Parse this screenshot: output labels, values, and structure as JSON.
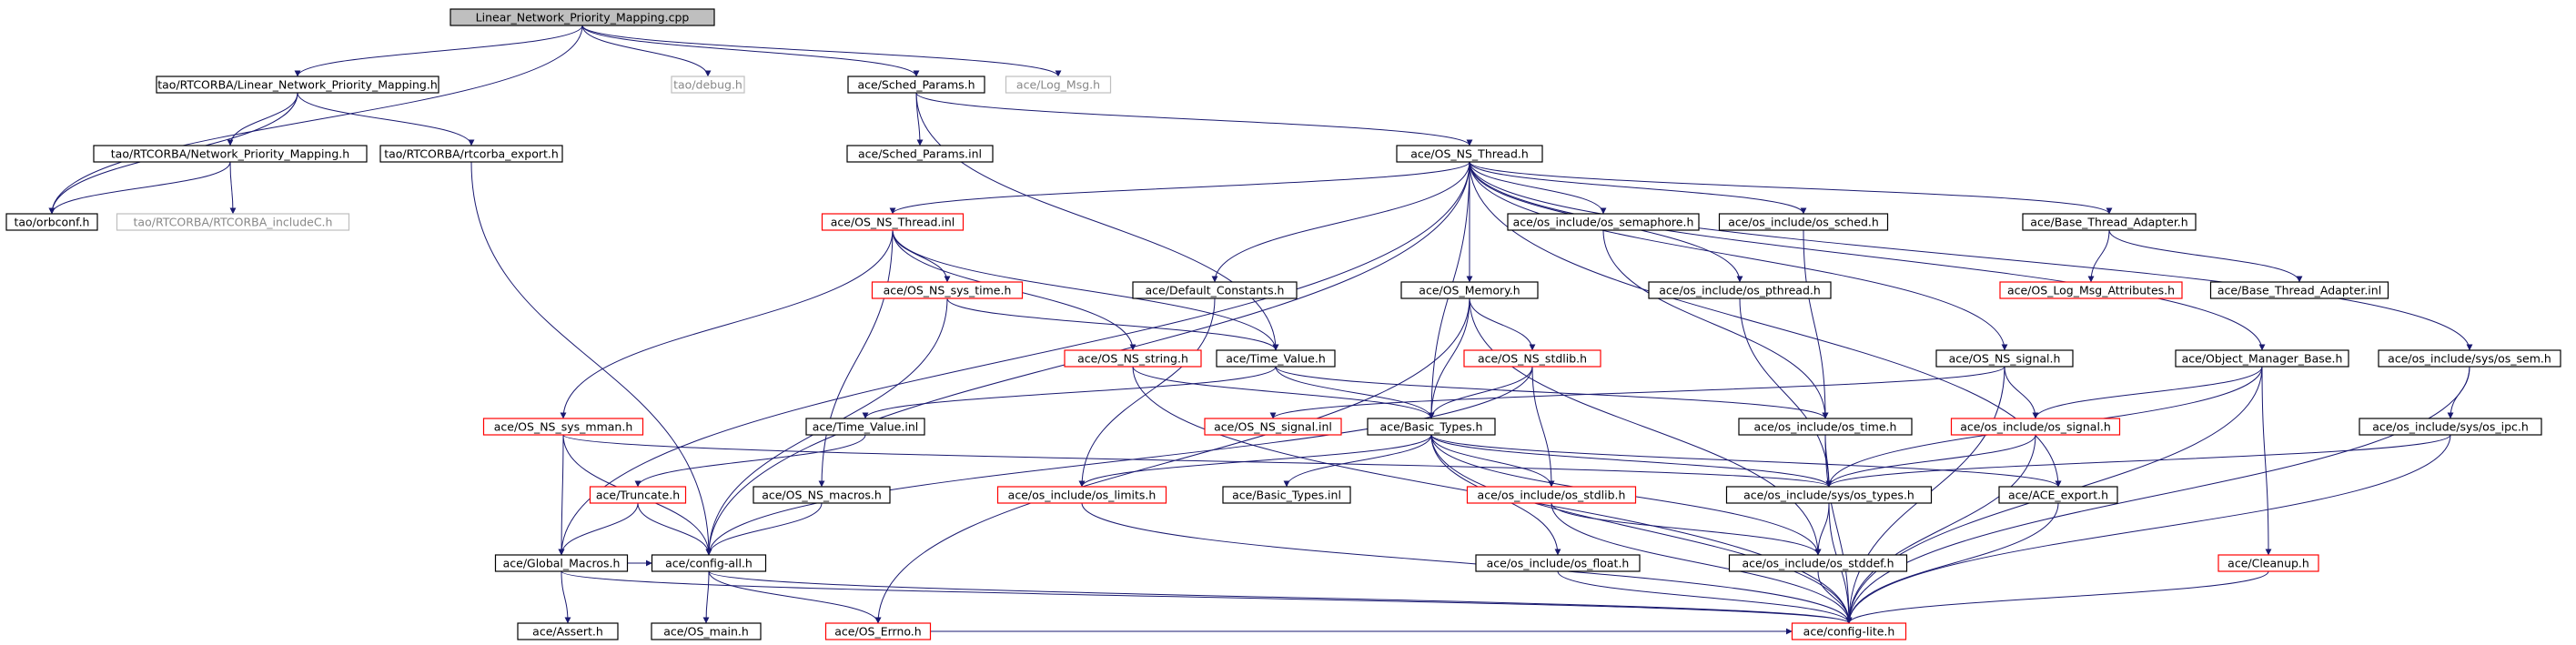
{
  "colors": {
    "edge": "#191970",
    "root_fill": "#bfbfbf",
    "normal_border": "#000000",
    "missing_border": "#bfbfbf",
    "truncated_border": "#ff0000"
  },
  "nodes": [
    {
      "id": "root",
      "label": "Linear_Network_Priority_Mapping.cpp",
      "kind": "root"
    },
    {
      "id": "lnpm_h",
      "label": "tao/RTCORBA/Linear_Network_Priority_Mapping.h",
      "kind": "normal"
    },
    {
      "id": "debug_h",
      "label": "tao/debug.h",
      "kind": "missing"
    },
    {
      "id": "sched_params_h",
      "label": "ace/Sched_Params.h",
      "kind": "normal"
    },
    {
      "id": "log_msg_h",
      "label": "ace/Log_Msg.h",
      "kind": "missing"
    },
    {
      "id": "npm_h",
      "label": "tao/RTCORBA/Network_Priority_Mapping.h",
      "kind": "normal"
    },
    {
      "id": "rtcorba_export_h",
      "label": "tao/RTCORBA/rtcorba_export.h",
      "kind": "normal"
    },
    {
      "id": "sched_params_inl",
      "label": "ace/Sched_Params.inl",
      "kind": "normal"
    },
    {
      "id": "os_ns_thread_h",
      "label": "ace/OS_NS_Thread.h",
      "kind": "normal"
    },
    {
      "id": "orbconf_h",
      "label": "tao/orbconf.h",
      "kind": "normal"
    },
    {
      "id": "rtcorba_includec_h",
      "label": "tao/RTCORBA/RTCORBA_includeC.h",
      "kind": "missing"
    },
    {
      "id": "os_ns_thread_inl",
      "label": "ace/OS_NS_Thread.inl",
      "kind": "truncated"
    },
    {
      "id": "os_semaphore_h",
      "label": "ace/os_include/os_semaphore.h",
      "kind": "normal"
    },
    {
      "id": "os_sched_h",
      "label": "ace/os_include/os_sched.h",
      "kind": "normal"
    },
    {
      "id": "base_thread_adapter_h",
      "label": "ace/Base_Thread_Adapter.h",
      "kind": "normal"
    },
    {
      "id": "os_ns_sys_time_h",
      "label": "ace/OS_NS_sys_time.h",
      "kind": "truncated"
    },
    {
      "id": "default_constants_h",
      "label": "ace/Default_Constants.h",
      "kind": "normal"
    },
    {
      "id": "os_memory_h",
      "label": "ace/OS_Memory.h",
      "kind": "normal"
    },
    {
      "id": "os_pthread_h",
      "label": "ace/os_include/os_pthread.h",
      "kind": "normal"
    },
    {
      "id": "os_log_msg_attributes_h",
      "label": "ace/OS_Log_Msg_Attributes.h",
      "kind": "truncated"
    },
    {
      "id": "base_thread_adapter_inl",
      "label": "ace/Base_Thread_Adapter.inl",
      "kind": "normal"
    },
    {
      "id": "os_ns_string_h",
      "label": "ace/OS_NS_string.h",
      "kind": "truncated"
    },
    {
      "id": "time_value_h",
      "label": "ace/Time_Value.h",
      "kind": "normal"
    },
    {
      "id": "os_ns_stdlib_h",
      "label": "ace/OS_NS_stdlib.h",
      "kind": "truncated"
    },
    {
      "id": "os_ns_signal_h",
      "label": "ace/OS_NS_signal.h",
      "kind": "normal"
    },
    {
      "id": "object_manager_base_h",
      "label": "ace/Object_Manager_Base.h",
      "kind": "normal"
    },
    {
      "id": "os_sem_h",
      "label": "ace/os_include/sys/os_sem.h",
      "kind": "normal"
    },
    {
      "id": "os_ns_sys_mman_h",
      "label": "ace/OS_NS_sys_mman.h",
      "kind": "truncated"
    },
    {
      "id": "time_value_inl",
      "label": "ace/Time_Value.inl",
      "kind": "normal"
    },
    {
      "id": "os_ns_signal_inl",
      "label": "ace/OS_NS_signal.inl",
      "kind": "truncated"
    },
    {
      "id": "basic_types_h",
      "label": "ace/Basic_Types.h",
      "kind": "normal"
    },
    {
      "id": "os_time_h",
      "label": "ace/os_include/os_time.h",
      "kind": "normal"
    },
    {
      "id": "os_signal_h",
      "label": "ace/os_include/os_signal.h",
      "kind": "truncated"
    },
    {
      "id": "os_ipc_h",
      "label": "ace/os_include/sys/os_ipc.h",
      "kind": "normal"
    },
    {
      "id": "truncate_h",
      "label": "ace/Truncate.h",
      "kind": "truncated"
    },
    {
      "id": "os_ns_macros_h",
      "label": "ace/OS_NS_macros.h",
      "kind": "normal"
    },
    {
      "id": "os_limits_h",
      "label": "ace/os_include/os_limits.h",
      "kind": "truncated"
    },
    {
      "id": "basic_types_inl",
      "label": "ace/Basic_Types.inl",
      "kind": "normal"
    },
    {
      "id": "os_stdlib_h",
      "label": "ace/os_include/os_stdlib.h",
      "kind": "truncated"
    },
    {
      "id": "os_types_h",
      "label": "ace/os_include/sys/os_types.h",
      "kind": "normal"
    },
    {
      "id": "ace_export_h",
      "label": "ace/ACE_export.h",
      "kind": "normal"
    },
    {
      "id": "global_macros_h",
      "label": "ace/Global_Macros.h",
      "kind": "normal"
    },
    {
      "id": "config_all_h",
      "label": "ace/config-all.h",
      "kind": "normal"
    },
    {
      "id": "os_float_h",
      "label": "ace/os_include/os_float.h",
      "kind": "normal"
    },
    {
      "id": "os_stddef_h",
      "label": "ace/os_include/os_stddef.h",
      "kind": "normal"
    },
    {
      "id": "cleanup_h",
      "label": "ace/Cleanup.h",
      "kind": "truncated"
    },
    {
      "id": "assert_h",
      "label": "ace/Assert.h",
      "kind": "normal"
    },
    {
      "id": "os_main_h",
      "label": "ace/OS_main.h",
      "kind": "normal"
    },
    {
      "id": "os_errno_h",
      "label": "ace/OS_Errno.h",
      "kind": "truncated"
    },
    {
      "id": "config_lite_h",
      "label": "ace/config-lite.h",
      "kind": "truncated"
    }
  ],
  "edges": [
    [
      "root",
      "lnpm_h"
    ],
    [
      "root",
      "debug_h"
    ],
    [
      "root",
      "sched_params_h"
    ],
    [
      "root",
      "log_msg_h"
    ],
    [
      "root",
      "orbconf_h"
    ],
    [
      "lnpm_h",
      "npm_h"
    ],
    [
      "lnpm_h",
      "rtcorba_export_h"
    ],
    [
      "lnpm_h",
      "orbconf_h"
    ],
    [
      "npm_h",
      "orbconf_h"
    ],
    [
      "npm_h",
      "rtcorba_includec_h"
    ],
    [
      "rtcorba_export_h",
      "config_all_h"
    ],
    [
      "sched_params_h",
      "sched_params_inl"
    ],
    [
      "sched_params_h",
      "os_ns_thread_h"
    ],
    [
      "sched_params_h",
      "time_value_h"
    ],
    [
      "os_ns_thread_h",
      "os_ns_thread_inl"
    ],
    [
      "os_ns_thread_h",
      "default_constants_h"
    ],
    [
      "os_ns_thread_h",
      "os_memory_h"
    ],
    [
      "os_ns_thread_h",
      "os_semaphore_h"
    ],
    [
      "os_ns_thread_h",
      "os_pthread_h"
    ],
    [
      "os_ns_thread_h",
      "os_sched_h"
    ],
    [
      "os_ns_thread_h",
      "base_thread_adapter_h"
    ],
    [
      "os_ns_thread_h",
      "os_ns_signal_h"
    ],
    [
      "os_ns_thread_h",
      "object_manager_base_h"
    ],
    [
      "os_ns_thread_h",
      "os_sem_h"
    ],
    [
      "os_ns_thread_h",
      "basic_types_h"
    ],
    [
      "os_ns_thread_h",
      "global_macros_h"
    ],
    [
      "os_ns_thread_h",
      "config_all_h"
    ],
    [
      "os_ns_thread_h",
      "ace_export_h"
    ],
    [
      "os_ns_thread_inl",
      "os_ns_sys_time_h"
    ],
    [
      "os_ns_thread_inl",
      "os_ns_string_h"
    ],
    [
      "os_ns_thread_inl",
      "os_ns_sys_mman_h"
    ],
    [
      "os_ns_thread_inl",
      "os_ns_macros_h"
    ],
    [
      "os_ns_thread_inl",
      "time_value_h"
    ],
    [
      "os_ns_sys_time_h",
      "time_value_h"
    ],
    [
      "os_ns_sys_time_h",
      "config_all_h"
    ],
    [
      "default_constants_h",
      "os_limits_h"
    ],
    [
      "os_memory_h",
      "os_ns_stdlib_h"
    ],
    [
      "os_memory_h",
      "basic_types_h"
    ],
    [
      "os_memory_h",
      "os_errno_h"
    ],
    [
      "os_memory_h",
      "os_stddef_h"
    ],
    [
      "os_semaphore_h",
      "os_time_h"
    ],
    [
      "os_sched_h",
      "os_time_h"
    ],
    [
      "os_pthread_h",
      "os_types_h"
    ],
    [
      "base_thread_adapter_h",
      "os_log_msg_attributes_h"
    ],
    [
      "base_thread_adapter_h",
      "base_thread_adapter_inl"
    ],
    [
      "os_ns_string_h",
      "basic_types_h"
    ],
    [
      "os_ns_string_h",
      "config_lite_h"
    ],
    [
      "time_value_h",
      "time_value_inl"
    ],
    [
      "time_value_h",
      "basic_types_h"
    ],
    [
      "time_value_h",
      "os_time_h"
    ],
    [
      "os_ns_stdlib_h",
      "basic_types_h"
    ],
    [
      "os_ns_stdlib_h",
      "os_stdlib_h"
    ],
    [
      "os_ns_stdlib_h",
      "config_all_h"
    ],
    [
      "os_ns_signal_h",
      "os_signal_h"
    ],
    [
      "os_ns_signal_h",
      "os_ns_signal_inl"
    ],
    [
      "os_ns_signal_h",
      "config_lite_h"
    ],
    [
      "object_manager_base_h",
      "os_signal_h"
    ],
    [
      "object_manager_base_h",
      "cleanup_h"
    ],
    [
      "object_manager_base_h",
      "os_types_h"
    ],
    [
      "object_manager_base_h",
      "config_lite_h"
    ],
    [
      "os_sem_h",
      "os_ipc_h"
    ],
    [
      "os_sem_h",
      "config_lite_h"
    ],
    [
      "os_ns_sys_mman_h",
      "os_types_h"
    ],
    [
      "os_ns_sys_mman_h",
      "global_macros_h"
    ],
    [
      "os_ns_sys_mman_h",
      "config_all_h"
    ],
    [
      "time_value_inl",
      "truncate_h"
    ],
    [
      "basic_types_h",
      "os_limits_h"
    ],
    [
      "basic_types_h",
      "basic_types_inl"
    ],
    [
      "basic_types_h",
      "os_stdlib_h"
    ],
    [
      "basic_types_h",
      "os_float_h"
    ],
    [
      "basic_types_h",
      "os_stddef_h"
    ],
    [
      "basic_types_h",
      "os_types_h"
    ],
    [
      "basic_types_h",
      "ace_export_h"
    ],
    [
      "basic_types_h",
      "config_lite_h"
    ],
    [
      "os_time_h",
      "os_types_h"
    ],
    [
      "os_time_h",
      "config_lite_h"
    ],
    [
      "os_signal_h",
      "os_types_h"
    ],
    [
      "os_signal_h",
      "config_lite_h"
    ],
    [
      "os_ipc_h",
      "os_types_h"
    ],
    [
      "os_ipc_h",
      "config_lite_h"
    ],
    [
      "truncate_h",
      "global_macros_h"
    ],
    [
      "truncate_h",
      "config_all_h"
    ],
    [
      "os_ns_macros_h",
      "config_all_h"
    ],
    [
      "os_limits_h",
      "config_lite_h"
    ],
    [
      "os_stdlib_h",
      "os_stddef_h"
    ],
    [
      "os_stdlib_h",
      "config_lite_h"
    ],
    [
      "os_types_h",
      "os_stddef_h"
    ],
    [
      "os_types_h",
      "config_lite_h"
    ],
    [
      "ace_export_h",
      "config_lite_h"
    ],
    [
      "global_macros_h",
      "assert_h"
    ],
    [
      "global_macros_h",
      "config_all_h"
    ],
    [
      "global_macros_h",
      "config_lite_h"
    ],
    [
      "config_all_h",
      "os_main_h"
    ],
    [
      "config_all_h",
      "os_errno_h"
    ],
    [
      "config_all_h",
      "config_lite_h"
    ],
    [
      "os_float_h",
      "config_lite_h"
    ],
    [
      "os_stddef_h",
      "config_lite_h"
    ],
    [
      "cleanup_h",
      "config_lite_h"
    ],
    [
      "os_errno_h",
      "config_lite_h"
    ]
  ]
}
